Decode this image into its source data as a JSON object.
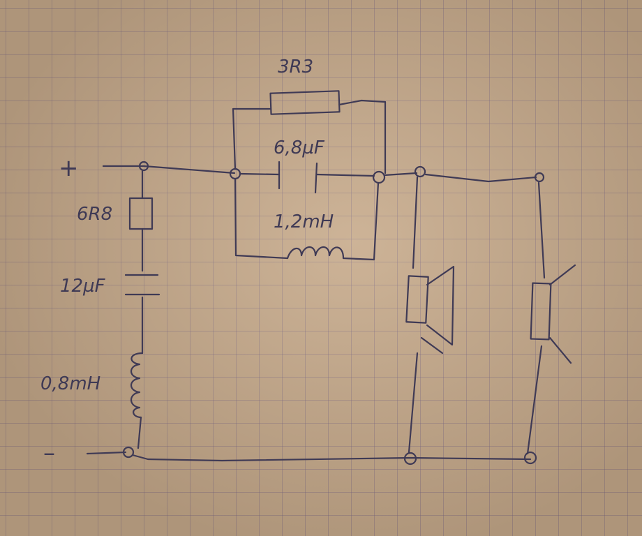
{
  "diagram": {
    "terminals": {
      "plus": "+",
      "minus": "–"
    },
    "components": {
      "series_resistor": "3R3",
      "series_capacitor": "6,8µF",
      "series_inductor": "1,2mH",
      "shunt_resistor": "6R8",
      "shunt_capacitor": "12µF",
      "shunt_inductor": "0,8mH"
    },
    "speakers": [
      "driver-1",
      "driver-2"
    ],
    "colors": {
      "ink": "#3f3a55",
      "paper": "#c2a688",
      "grid": "#786482"
    }
  }
}
